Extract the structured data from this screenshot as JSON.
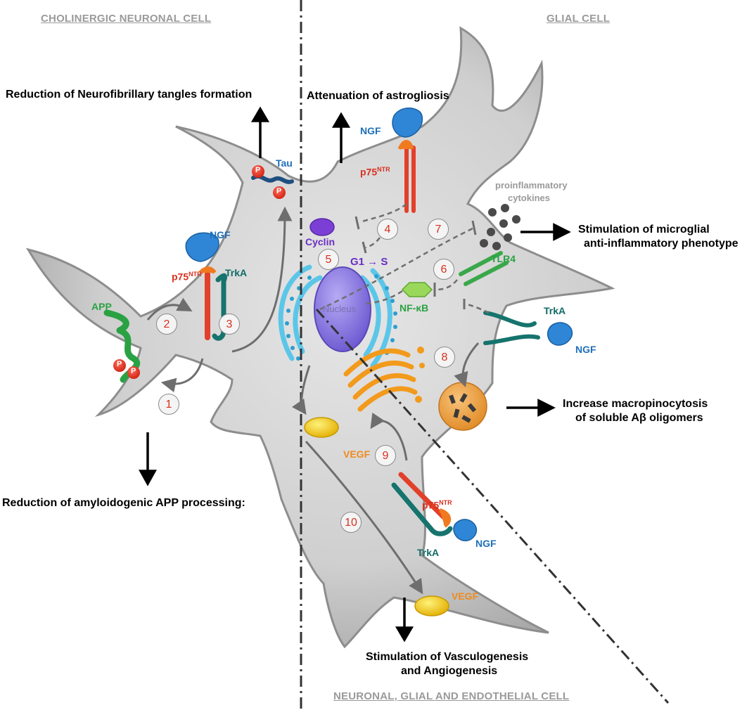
{
  "regions": {
    "neuron": "CHOLINERGIC NEURONAL CELL",
    "glia": "GLIAL CELL",
    "shared": "NEURONAL, GLIAL AND ENDOTHELIAL CELL"
  },
  "effects": {
    "tangles": "Reduction of Neurofibrillary tangles formation",
    "astrogliosis": "Attenuation of astrogliosis",
    "microglia_1": "Stimulation of microglial",
    "microglia_2": "anti-inflammatory  phenotype",
    "macro_1": "Increase macropinocytosis",
    "macro_2": "of soluble Aβ oligomers",
    "app": "Reduction of amyloidogenic APP processing:",
    "vasc_1": "Stimulation of Vasculogenesis",
    "vasc_2": "and Angiogenesis"
  },
  "molecules": {
    "ngf": "NGF",
    "p75": "p75",
    "p75_sup": "NTR",
    "trka": "TrkA",
    "app": "APP",
    "tau": "Tau",
    "p": "P",
    "cyclin": "Cyclin",
    "g1s": "G1 → S",
    "cytokines_1": "proinflammatory",
    "cytokines_2": "cytokines",
    "tlr4": "TLR4",
    "nfkb": "NF-κB",
    "nucleus": "Nucleus",
    "vegf": "VEGF"
  },
  "steps": [
    "1",
    "2",
    "3",
    "4",
    "5",
    "6",
    "7",
    "8",
    "9",
    "10"
  ],
  "colors": {
    "ngf": "#2f86d6",
    "p75": "#e2402a",
    "trka": "#16736d",
    "app": "#2aa243",
    "cyclin": "#7b3fd6",
    "nfkb": "#9ad85b",
    "tlr4": "#3aa84a",
    "vegf": "#f2c20d",
    "golgi": "#f29a1c",
    "er": "#5cc6e8",
    "nucleus": "#8a78e0",
    "cell": "#d6d6d6"
  }
}
